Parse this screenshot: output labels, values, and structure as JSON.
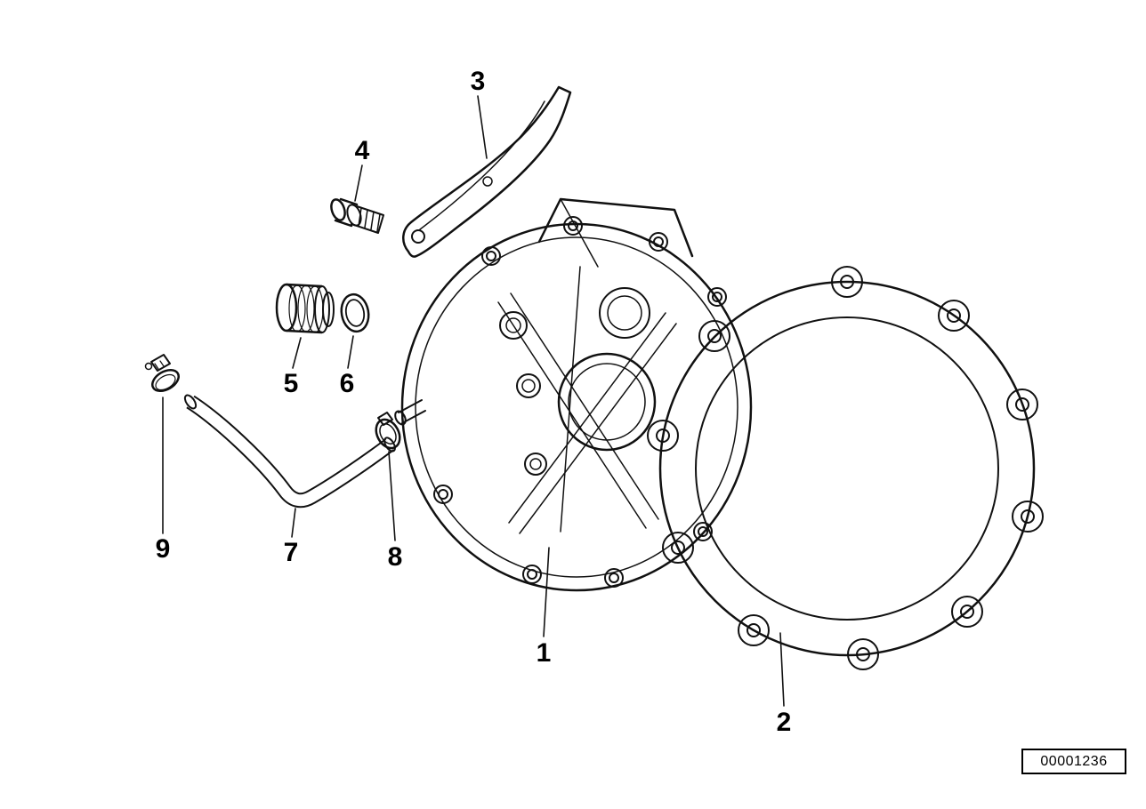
{
  "diagram": {
    "drawing_number": "00001236",
    "callouts": [
      "1",
      "2",
      "3",
      "4",
      "5",
      "6",
      "7",
      "8",
      "9"
    ]
  }
}
